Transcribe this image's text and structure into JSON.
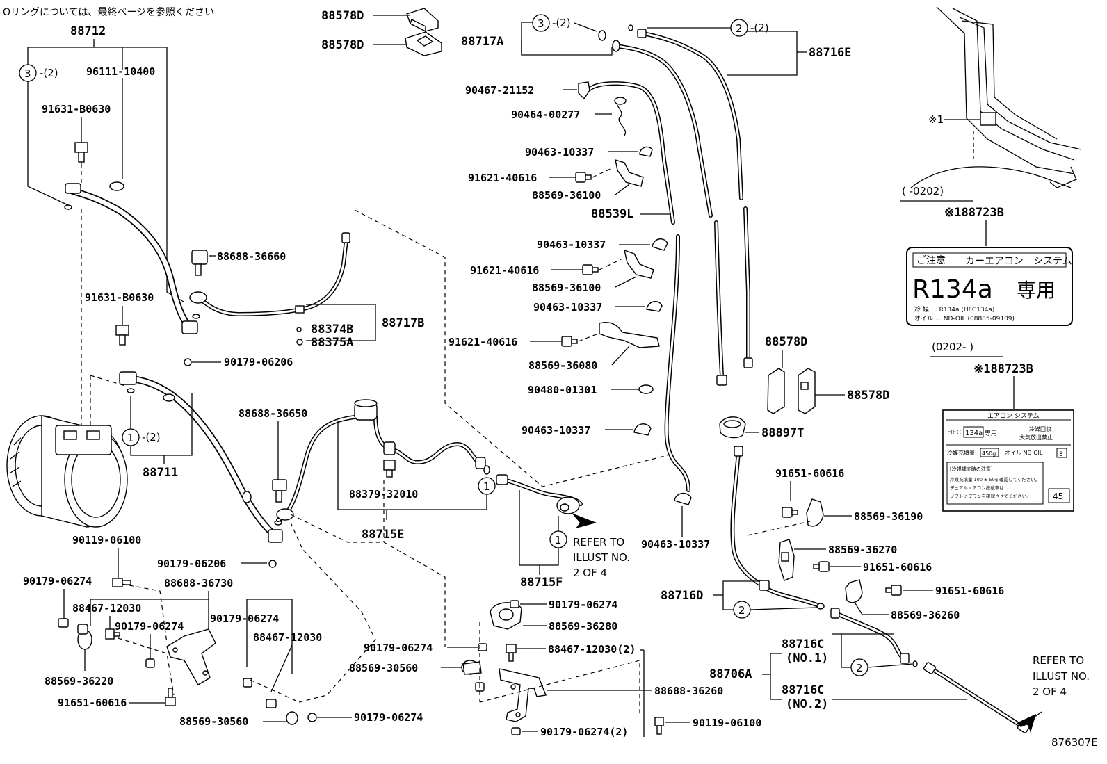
{
  "header_note": "Oリングについては、最終ページを参照ください",
  "figure_id": "876307E",
  "labels": {
    "l88712": "88712",
    "l96111": "96111-10400",
    "l91631a": "91631-B0630",
    "l91631b": "91631-B0630",
    "l88688_36660": "88688-36660",
    "l88374B": "88374B",
    "l88375A": "88375A",
    "l88717B": "88717B",
    "l90179_06206a": "90179-06206",
    "l88711": "88711",
    "l88688_36650": "88688-36650",
    "l88379": "88379-32010",
    "l88715E": "88715E",
    "l88715F": "88715F",
    "l90119a": "90119-06100",
    "l90179_06206b": "90179-06206",
    "l90179_06274a": "90179-06274",
    "l88688_36730": "88688-36730",
    "l88467a": "88467-12030",
    "l90179_06274b": "90179-06274",
    "l90179_06274c": "90179-06274",
    "l88467b": "88467-12030",
    "l88569_36220": "88569-36220",
    "l91651a": "91651-60616",
    "l88569_30560a": "88569-30560",
    "l90179_06274d": "90179-06274",
    "l88578D_1": "88578D",
    "l88578D_2": "88578D",
    "l88717A": "88717A",
    "l90467": "90467-21152",
    "l90464": "90464-00277",
    "l90463a": "90463-10337",
    "l91621a": "91621-40616",
    "l88569_36100a": "88569-36100",
    "l88539L": "88539L",
    "l90463b": "90463-10337",
    "l91621b": "91621-40616",
    "l88569_36100b": "88569-36100",
    "l90463c": "90463-10337",
    "l91621c": "91621-40616",
    "l88569_36080": "88569-36080",
    "l90480": "90480-01301",
    "l90463d": "90463-10337",
    "l90463e": "90463-10337",
    "l88716E": "88716E",
    "l88578D_3": "88578D",
    "l88578D_4": "88578D",
    "l88897T": "88897T",
    "l91651b": "91651-60616",
    "l88569_36190": "88569-36190",
    "l88569_36270": "88569-36270",
    "l91651c": "91651-60616",
    "l91651d": "91651-60616",
    "l88569_36260": "88569-36260",
    "l88716D": "88716D",
    "l88716C_1": "88716C",
    "l88716C_1n": "(NO.1)",
    "l88706A": "88706A",
    "l88716C_2": "88716C",
    "l88716C_2n": "(NO.2)",
    "l90179_06274e": "90179-06274",
    "l88569_36280": "88569-36280",
    "l90179_06274f": "90179-06274",
    "l88467c": "88467-12030(2)",
    "l88569_30560b": "88569-30560",
    "l88688_36260": "88688-36260",
    "l90179_06274g": "90179-06274(2)",
    "l90119b": "90119-06100",
    "l88723B_1": "※188723B",
    "l88723B_2": "※188723B",
    "period1": "(      -0202)",
    "period2": "(0202-      )",
    "star1": "※1",
    "qty2": "-(2)",
    "c1": "1",
    "c2": "2",
    "c3": "3"
  },
  "refer_notes": {
    "refer1": [
      "REFER TO",
      "ILLUST NO.",
      "2 OF 4"
    ],
    "refer2": [
      "REFER TO",
      "ILLUST NO.",
      "2 OF 4"
    ]
  },
  "label_card_1": {
    "caution": "ご注意",
    "system": "カーエアコン　システム",
    "refrigerant": "R134a",
    "dedicated": "専用",
    "line1": "冷 媒 … R134a (HFC134a)",
    "line2": "オイル … ND-OIL (08885-09109)"
  },
  "label_card_2": {
    "title": "エアコン システム",
    "hfc": "HFC",
    "r134": "134a",
    "dedicated": "専用",
    "prohibit1": "冷媒回収",
    "prohibit2": "大気放出禁止",
    "charge": "冷媒充填量",
    "amount": "450g",
    "oil": "オイル ND OIL",
    "oil_no": "8",
    "notice": "[冷媒補充時の注意]",
    "n1": "冷媒充填量 100 ± 50g 確認してください。",
    "n2": "デュアルエアコン搭載車は",
    "n3": "ソフトにプランを確認させてください。",
    "num": "45"
  }
}
